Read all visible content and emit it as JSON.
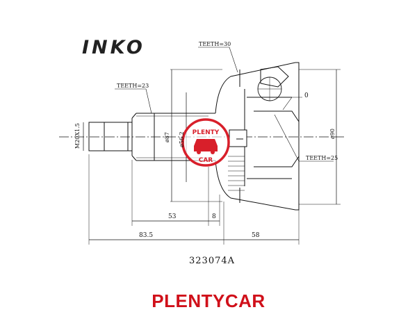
{
  "brand": "INKO",
  "labels": {
    "teeth_outer_top": "TEETH=30",
    "teeth_spline": "TEETH=23",
    "teeth_abs": "TEETH=25",
    "angle": "0",
    "thread": "M20X1.5",
    "dia_87": "ø87",
    "dia_56": "ø56.2",
    "dia_90": "ø90"
  },
  "dimensions": {
    "d53": "53",
    "d8": "8",
    "d83": "83.5",
    "d58": "58"
  },
  "watermark": {
    "top_text": "PLENTY",
    "bottom_text": "CAR"
  },
  "part_number": "323074A",
  "footer": "PLENTYCAR",
  "colors": {
    "line": "#111111",
    "watermark": "#d81f2a",
    "footer": "#d0101a"
  }
}
